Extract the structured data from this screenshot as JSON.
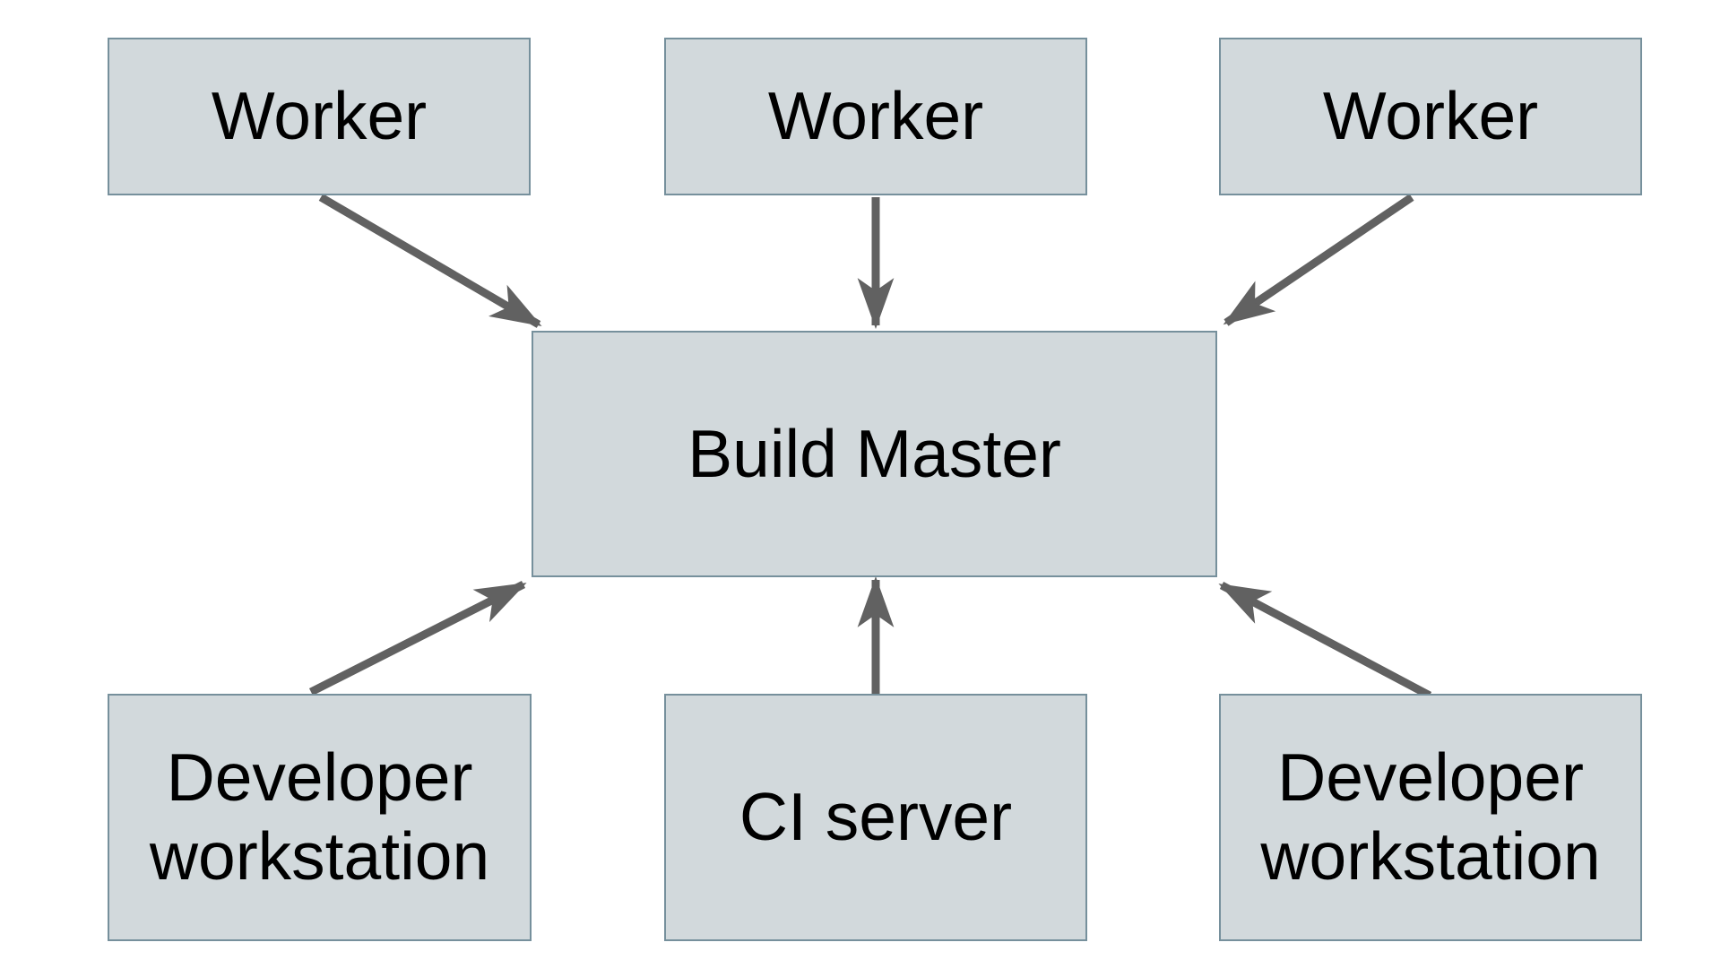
{
  "diagram": {
    "nodes": {
      "worker1": {
        "label": "Worker"
      },
      "worker2": {
        "label": "Worker"
      },
      "worker3": {
        "label": "Worker"
      },
      "build_master": {
        "label": "Build Master"
      },
      "dev_workstation_left": {
        "label": "Developer workstation"
      },
      "ci_server": {
        "label": "CI server"
      },
      "dev_workstation_right": {
        "label": "Developer workstation"
      }
    },
    "edges": [
      {
        "from": "worker1",
        "to": "build_master"
      },
      {
        "from": "worker2",
        "to": "build_master"
      },
      {
        "from": "worker3",
        "to": "build_master"
      },
      {
        "from": "dev_workstation_left",
        "to": "build_master"
      },
      {
        "from": "ci_server",
        "to": "build_master"
      },
      {
        "from": "dev_workstation_right",
        "to": "build_master"
      }
    ],
    "colors": {
      "box_fill": "#d2d9dc",
      "box_border": "#76909c",
      "arrow": "#616161",
      "text": "#000000",
      "background": "#ffffff"
    }
  }
}
